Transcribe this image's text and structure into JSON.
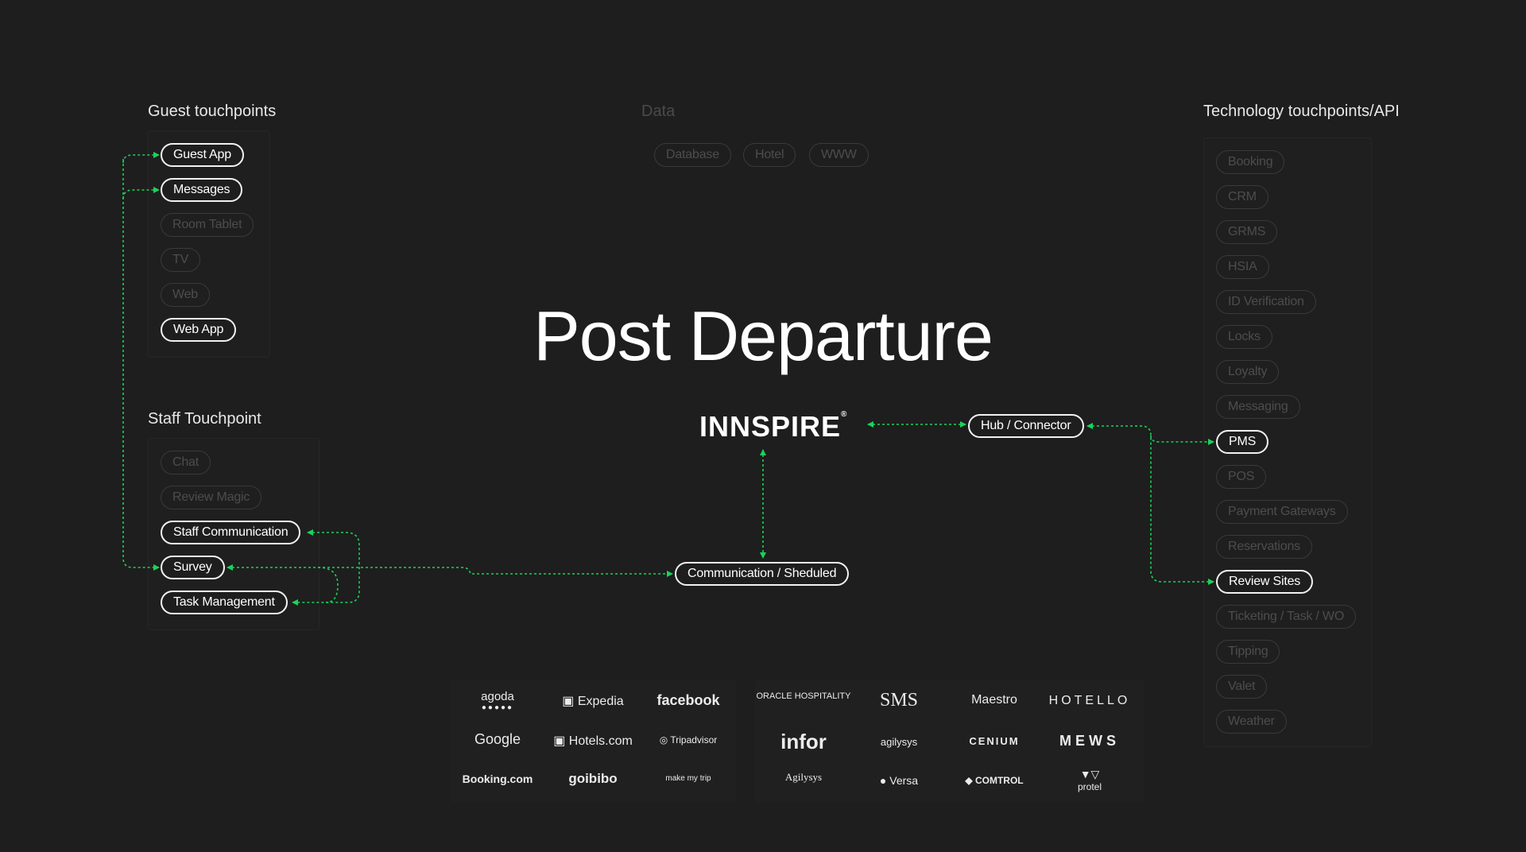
{
  "title": "Post Departure",
  "brand": "INNSPIRE",
  "guest": {
    "title": "Guest touchpoints",
    "items": [
      {
        "label": "Guest App",
        "active": true
      },
      {
        "label": "Messages",
        "active": true
      },
      {
        "label": "Room Tablet",
        "active": false
      },
      {
        "label": "TV",
        "active": false
      },
      {
        "label": "Web",
        "active": false
      },
      {
        "label": "Web App",
        "active": true
      }
    ]
  },
  "staff": {
    "title": "Staff Touchpoint",
    "items": [
      {
        "label": "Chat",
        "active": false
      },
      {
        "label": "Review Magic",
        "active": false
      },
      {
        "label": "Staff Communication",
        "active": true
      },
      {
        "label": "Survey",
        "active": true
      },
      {
        "label": "Task Management",
        "active": true
      }
    ]
  },
  "data": {
    "title": "Data",
    "items": [
      "Database",
      "Hotel",
      "WWW"
    ]
  },
  "tech": {
    "title": "Technology touchpoints/API",
    "items": [
      {
        "label": "Booking",
        "active": false
      },
      {
        "label": "CRM",
        "active": false
      },
      {
        "label": "GRMS",
        "active": false
      },
      {
        "label": "HSIA",
        "active": false
      },
      {
        "label": "ID Verification",
        "active": false
      },
      {
        "label": "Locks",
        "active": false
      },
      {
        "label": "Loyalty",
        "active": false
      },
      {
        "label": "Messaging",
        "active": false
      },
      {
        "label": "PMS",
        "active": true
      },
      {
        "label": "POS",
        "active": false
      },
      {
        "label": "Payment Gateways",
        "active": false
      },
      {
        "label": "Reservations",
        "active": false
      },
      {
        "label": "Review Sites",
        "active": true
      },
      {
        "label": "Ticketing / Task / WO",
        "active": false
      },
      {
        "label": "Tipping",
        "active": false
      },
      {
        "label": "Valet",
        "active": false
      },
      {
        "label": "Weather",
        "active": false
      }
    ]
  },
  "nodes": {
    "hub": "Hub / Connector",
    "comm": "Communication / Sheduled"
  },
  "partners_left": [
    [
      "agoda",
      "Expedia",
      "facebook"
    ],
    [
      "Google",
      "Hotels.com",
      "Tripadvisor"
    ],
    [
      "Booking.com",
      "goibibo",
      "make my trip"
    ]
  ],
  "partners_right": [
    [
      "ORACLE HOSPITALITY",
      "SMS",
      "Maestro",
      "HOTELLO"
    ],
    [
      "infor",
      "agilysys",
      "CENIUM",
      "MEWS"
    ],
    [
      "Agilysys",
      "Versa",
      "COMTROL",
      "protel"
    ]
  ],
  "colors": {
    "background": "#1e1e1e",
    "connector": "#19d35a",
    "active_border": "#f2f2f2",
    "inactive_border": "#3a3a3a"
  }
}
